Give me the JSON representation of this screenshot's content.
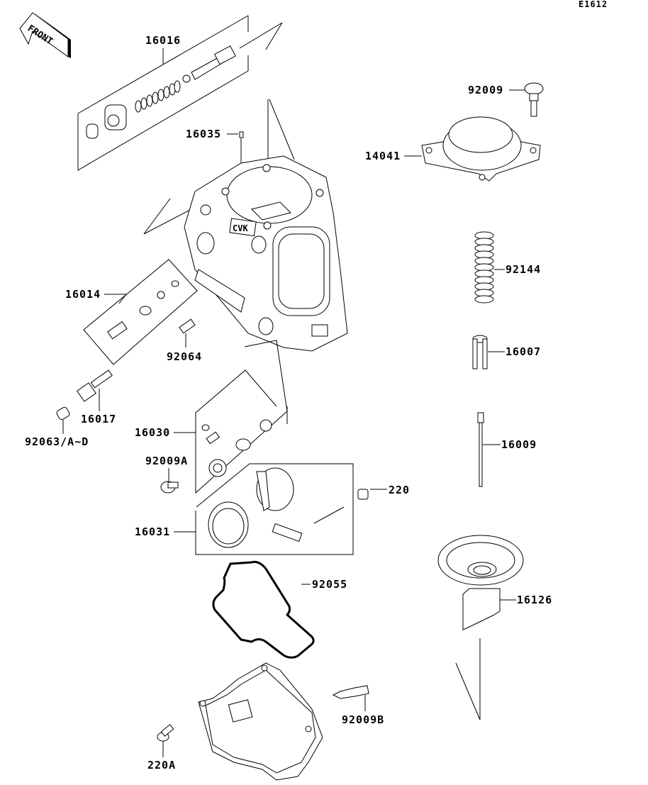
{
  "diagram_code": "E1612",
  "front_arrow_label": "FRONT",
  "body_marking": "CVK",
  "parts": {
    "p16016": "16016",
    "p16035": "16035",
    "p92009": "92009",
    "p14041": "14041",
    "p92144": "92144",
    "p16007": "16007",
    "p16009": "16009",
    "p16126": "16126",
    "p16014": "16014",
    "p92064": "92064",
    "p16017": "16017",
    "p92063": "92063/A~D",
    "p16030": "16030",
    "p92009A": "92009A",
    "p220": "220",
    "p16031": "16031",
    "p92055": "92055",
    "p92009B": "92009B",
    "p220A": "220A"
  }
}
